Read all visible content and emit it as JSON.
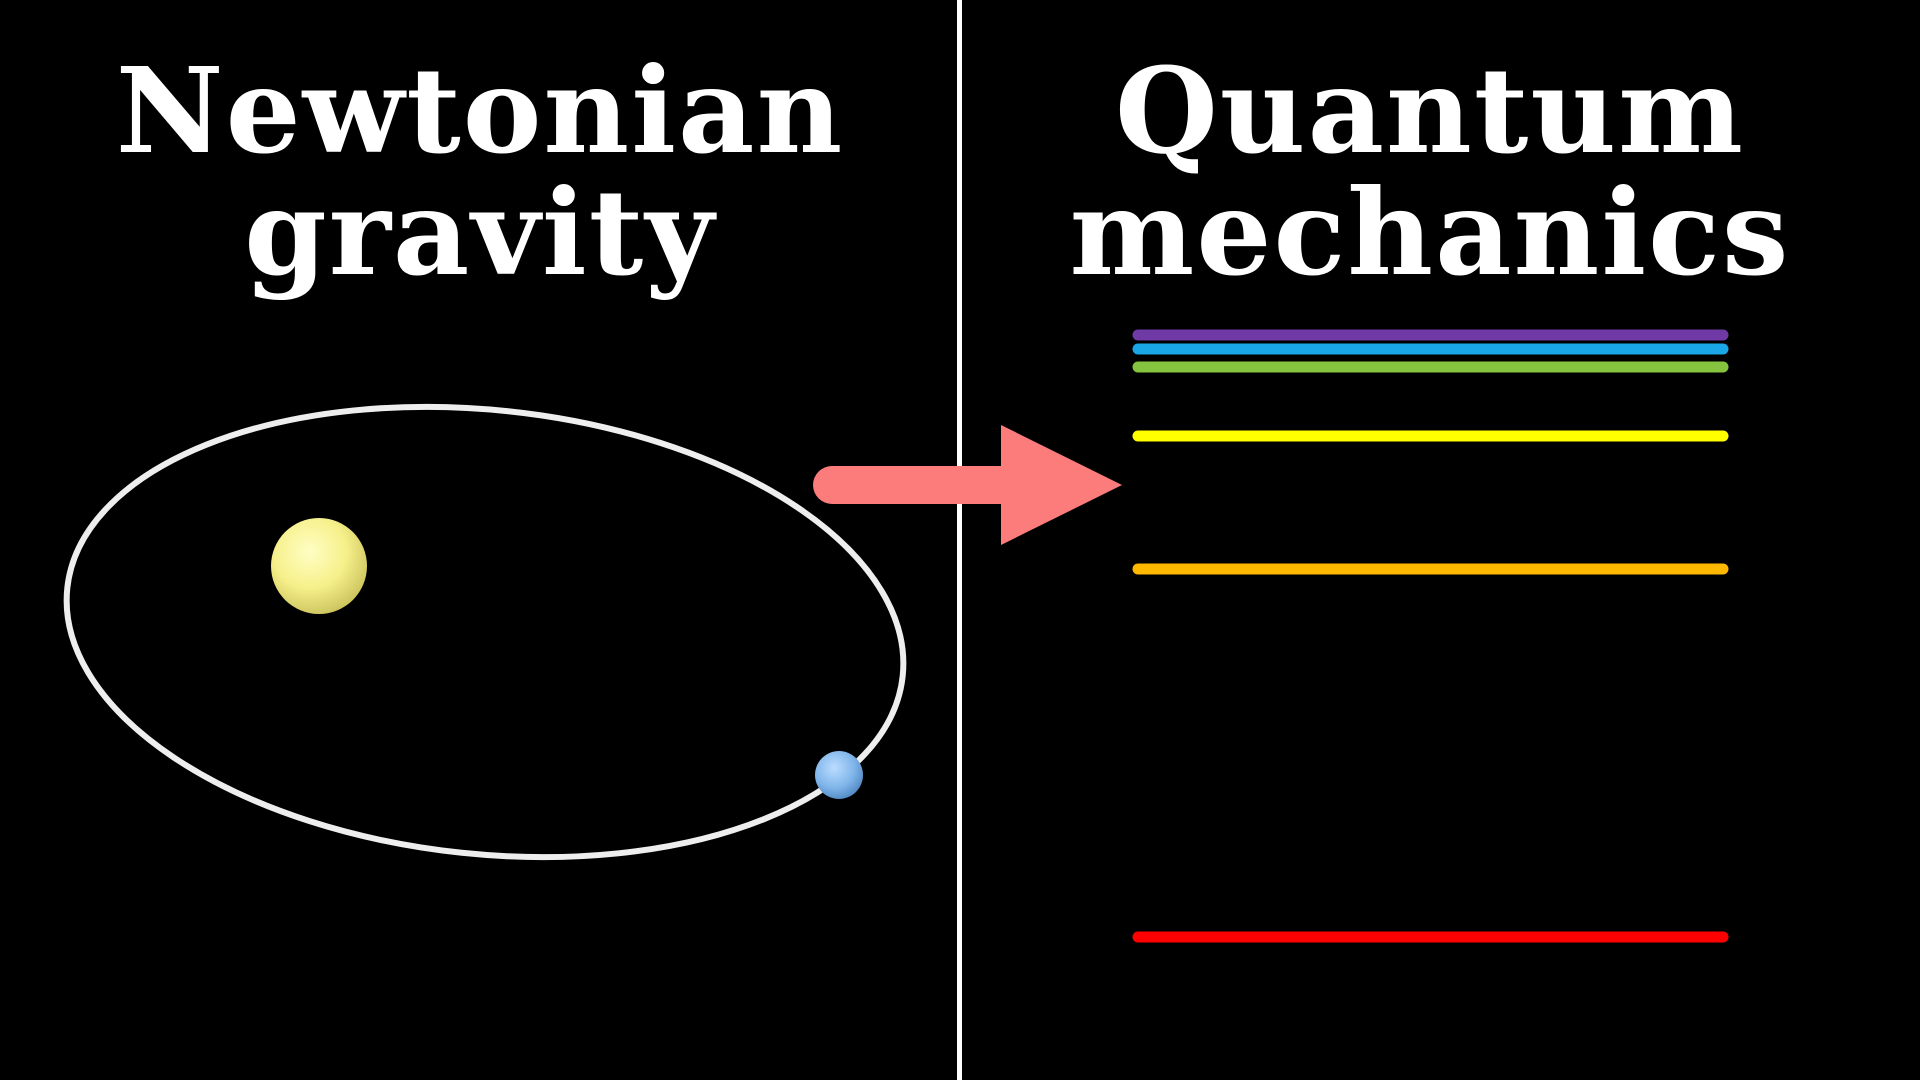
{
  "left_panel": {
    "title_line1": "Newtonian",
    "title_line2": "gravity",
    "colors": {
      "orbit": "#eeeeee",
      "sun": "#f6f08a",
      "planet": "#7fb5ea"
    }
  },
  "right_panel": {
    "title_line1": "Quantum",
    "title_line2": "mechanics",
    "energy_levels": [
      {
        "color": "#6f3aa6"
      },
      {
        "color": "#1aa7e8"
      },
      {
        "color": "#86c440"
      },
      {
        "color": "#ffff00"
      },
      {
        "color": "#ffb800"
      },
      {
        "color": "#ff0000"
      }
    ]
  },
  "arrow": {
    "color": "#fc7b7b"
  },
  "divider": {
    "color": "#ffffff"
  }
}
